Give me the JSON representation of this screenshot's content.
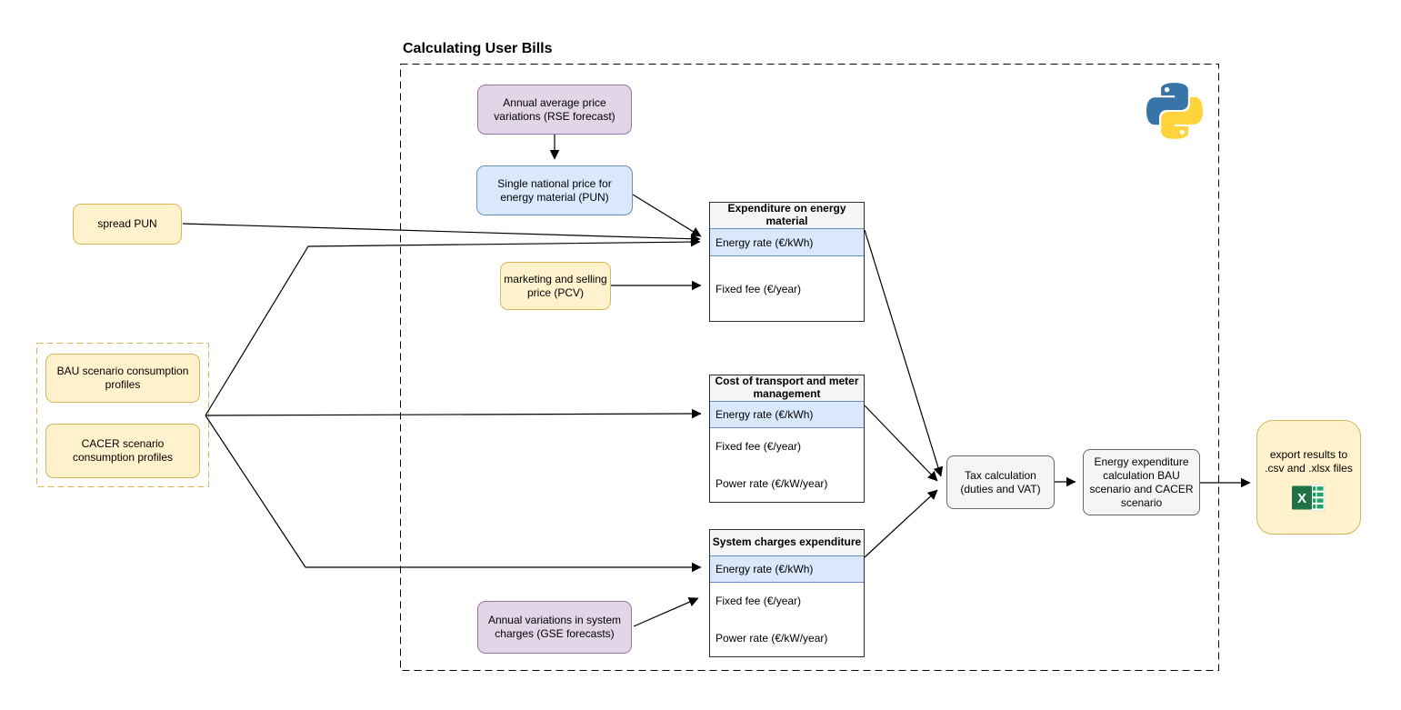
{
  "diagram": {
    "title": "Calculating User Bills",
    "nodes": {
      "rse_forecast": "Annual average price variations (RSE forecast)",
      "pun": "Single national price for energy material (PUN)",
      "spread_pun": "spread PUN",
      "pcv": "marketing and selling price (PCV)",
      "bau_profiles": "BAU scenario consumption profiles",
      "cacer_profiles": "CACER scenario consumption profiles",
      "gse_forecasts": "Annual variations in system charges (GSE forecasts)",
      "tax_calculation": "Tax calculation (duties and VAT)",
      "energy_expenditure": "Energy expenditure calculation BAU scenario and CACER scenario",
      "export_results": "export results to .csv and .xlsx files"
    },
    "tables": [
      {
        "header": "Expenditure on energy material",
        "rows": [
          {
            "label": "Energy rate (€/kWh)",
            "highlighted": true
          },
          {
            "label": "Fixed fee (€/year)",
            "highlighted": false
          }
        ]
      },
      {
        "header": "Cost of transport and meter management",
        "rows": [
          {
            "label": "Energy rate (€/kWh)",
            "highlighted": true
          },
          {
            "label": "Fixed fee (€/year)",
            "highlighted": false
          },
          {
            "label": "Power rate (€/kW/year)",
            "highlighted": false
          }
        ]
      },
      {
        "header": "System charges expenditure",
        "rows": [
          {
            "label": "Energy rate (€/kWh)",
            "highlighted": true
          },
          {
            "label": "Fixed fee (€/year)",
            "highlighted": false
          },
          {
            "label": "Power rate (€/kW/year)",
            "highlighted": false
          }
        ]
      }
    ],
    "icons": {
      "python": "python-logo",
      "excel": "excel-spreadsheet-icon"
    },
    "colors": {
      "purple_fill": "#E1D5E7",
      "purple_stroke": "#9673A6",
      "blue_fill": "#DAE8FC",
      "blue_stroke": "#6C8EBF",
      "yellow_fill": "#FFF2CC",
      "yellow_stroke": "#D6B656",
      "gray_fill": "#F5F5F5",
      "gray_stroke": "#666666",
      "python_blue": "#3775A9",
      "python_yellow": "#FFD43B",
      "excel_green": "#217346",
      "excel_row_green": "#21A366",
      "line": "#000000"
    }
  }
}
